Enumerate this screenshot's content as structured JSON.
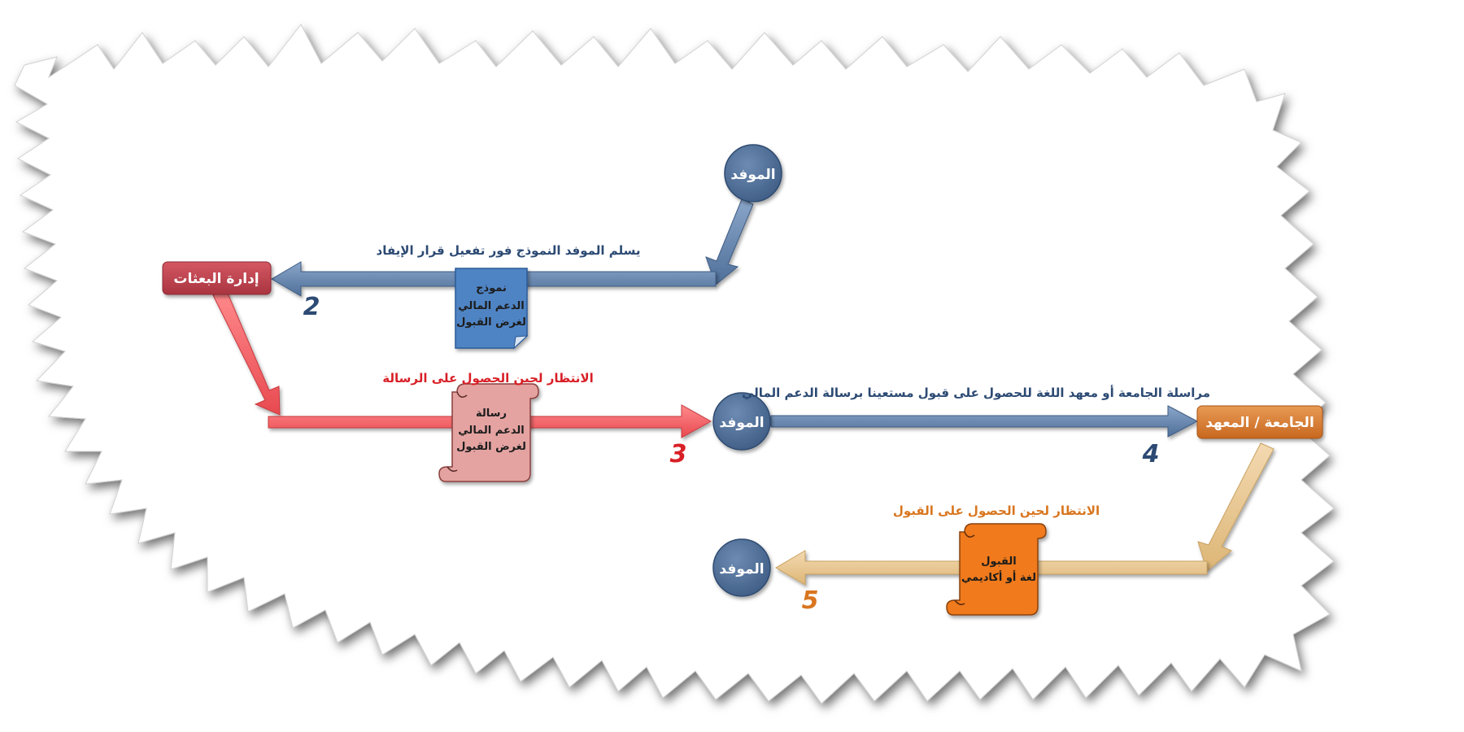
{
  "nodes": {
    "sender_top": "الموفد",
    "missions_admin": "إدارة البعثات",
    "sender_mid": "الموفد",
    "university": "الجامعة / المعهد",
    "sender_bottom": "الموفد"
  },
  "captions": {
    "step2": "يسلم الموفد النموذج فور تفعيل قرار الإيفاد",
    "step3": "الانتظار لحين الحصول على الرسالة",
    "step4": "مراسلة الجامعة أو معهد اللغة  للحصول على قبول مستعينا برسالة الدعم المالي",
    "step5": "الانتظار لحين الحصول على القبول"
  },
  "documents": {
    "form": [
      "نموذج",
      "الدعم المالي",
      "لغرض القبول"
    ],
    "letter": [
      "رسالة",
      "الدعم المالي",
      "لغرض القبول"
    ],
    "acceptance": [
      "القبول",
      "لغة أو أكاديمي"
    ]
  },
  "step_numbers": {
    "s2": "2",
    "s3": "3",
    "s4": "4",
    "s5": "5"
  },
  "colors": {
    "sender_circle": "#4a6b94",
    "blue_arrow": "#6d8fba",
    "red_arrow": "#f0686b",
    "tan_arrow": "#e9c795",
    "missions_box": "#c0414b",
    "university_box": "#d97a2f",
    "doc_blue": "#4f84c4",
    "doc_pink": "#e4a3a1",
    "doc_orange": "#f07a1a",
    "num_blue": "#2c4a73",
    "num_red": "#d81f26",
    "num_orange": "#d9761f"
  }
}
